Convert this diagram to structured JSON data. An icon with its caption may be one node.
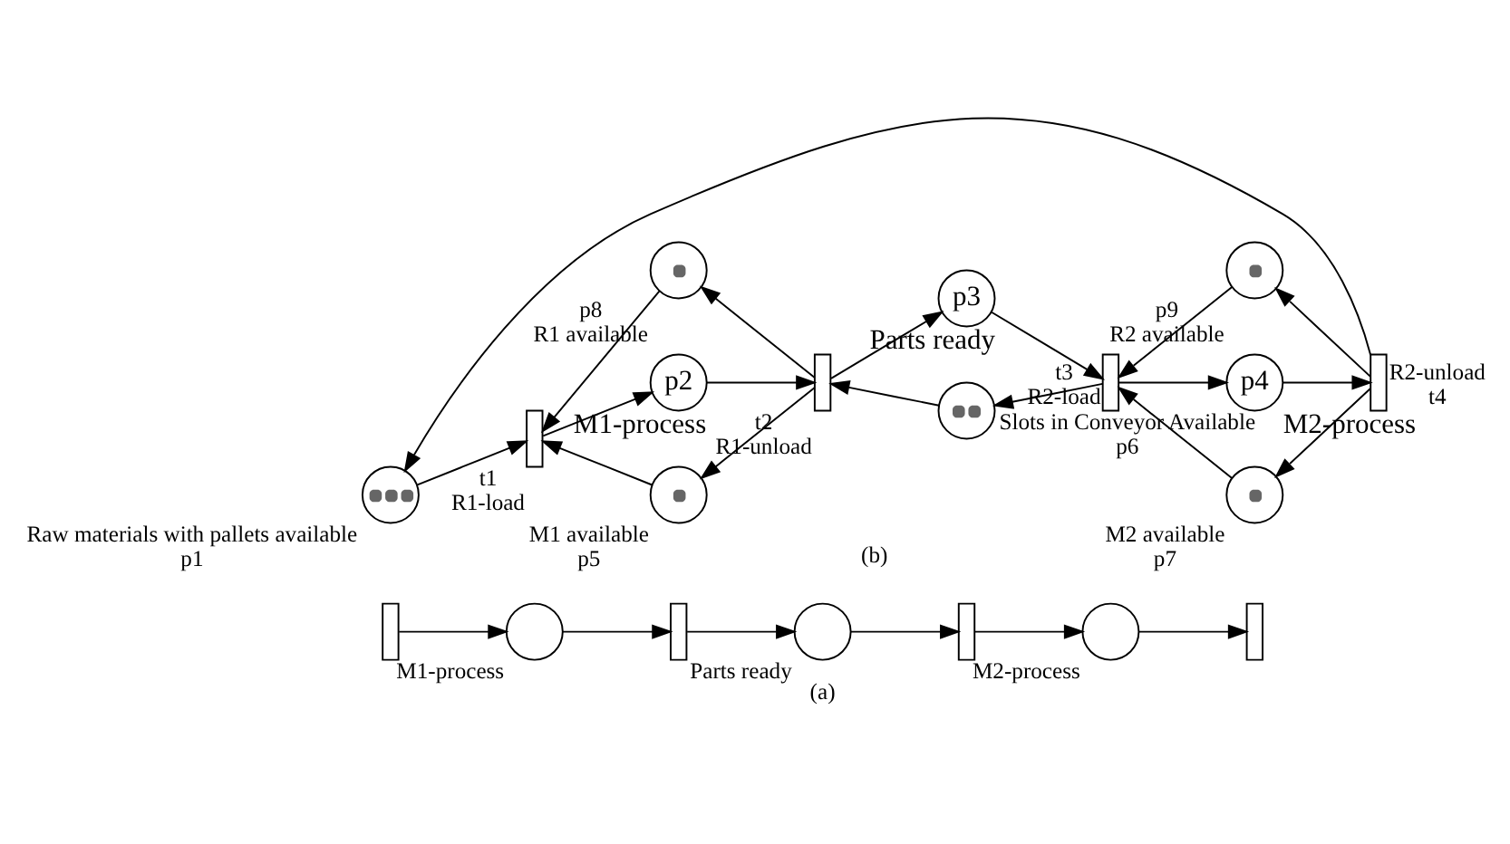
{
  "diagram": {
    "nodes": [
      {
        "text": [],
        "shape": "bar"
      },
      {
        "text": [],
        "shape": "circle",
        "beside": [
          "M1-process"
        ]
      },
      {
        "text": [],
        "shape": "bar"
      },
      {
        "text": [],
        "shape": "circle",
        "beside": [
          "Parts ready"
        ]
      },
      {
        "text": [],
        "shape": "bar"
      },
      {
        "text": [],
        "shape": "circle",
        "beside": [
          "M2-process"
        ]
      },
      {
        "text": [],
        "shape": "bar"
      },
      {
        "text": [],
        "shape": "circle",
        "beside": [
          "Raw materials with pallets available",
          "p1"
        ]
      },
      {
        "text": [],
        "shape": "bar",
        "beside": [
          "t1",
          "R1-load"
        ]
      },
      {
        "text": [],
        "shape": "circle",
        "beside": [
          "M1 available",
          "p5"
        ]
      },
      {
        "text": [
          "p2"
        ],
        "beside": [
          "M1-process"
        ]
      },
      {
        "text": [],
        "shape": "circle",
        "beside": [
          "p8",
          "R1 available"
        ]
      },
      {
        "text": [],
        "shape": "bar",
        "beside": [
          "t2",
          "R1-unload"
        ]
      },
      {
        "text": [],
        "shape": "circle",
        "beside": [
          "Slots in Conveyor Available",
          "p6"
        ]
      },
      {
        "text": [
          "p3"
        ],
        "beside": [
          "Parts ready"
        ]
      },
      {
        "text": [],
        "shape": "bar",
        "beside": [
          "t3",
          "R2-load"
        ]
      },
      {
        "text": [],
        "shape": "circle",
        "beside": [
          "M2 available",
          "p7"
        ]
      },
      {
        "text": [
          "p4"
        ],
        "beside": [
          "M2-process"
        ]
      },
      {
        "text": [],
        "shape": "circle",
        "beside": [
          "p9",
          "R2 available"
        ]
      },
      {
        "text": [],
        "shape": "bar",
        "beside": [
          "R2-unload",
          "t4"
        ]
      }
    ],
    "edges": [
      {
        "from": 0,
        "to": 1,
        "arrow": "to"
      },
      {
        "from": 1,
        "to": 2,
        "arrow": "to"
      },
      {
        "from": 2,
        "to": 3,
        "arrow": "to"
      },
      {
        "from": 3,
        "to": 4,
        "arrow": "to"
      },
      {
        "from": 4,
        "to": 5,
        "arrow": "to"
      },
      {
        "from": 5,
        "to": 6,
        "arrow": "to"
      },
      {
        "from": 7,
        "to": 8,
        "arrow": "to"
      },
      {
        "from": 8,
        "to": 10,
        "arrow": "to"
      },
      {
        "from": 9,
        "to": 8,
        "arrow": "to"
      },
      {
        "from": 11,
        "to": 8,
        "arrow": "to"
      },
      {
        "from": 10,
        "to": 12,
        "arrow": "to"
      },
      {
        "from": 12,
        "to": 9,
        "arrow": "to"
      },
      {
        "from": 12,
        "to": 11,
        "arrow": "to"
      },
      {
        "from": 13,
        "to": 12,
        "arrow": "to"
      },
      {
        "from": 12,
        "to": 14,
        "arrow": "to"
      },
      {
        "from": 14,
        "to": 15,
        "arrow": "to"
      },
      {
        "from": 15,
        "to": 13,
        "arrow": "to"
      },
      {
        "from": 16,
        "to": 15,
        "arrow": "to"
      },
      {
        "from": 18,
        "to": 15,
        "arrow": "to"
      },
      {
        "from": 15,
        "to": 17,
        "arrow": "to"
      },
      {
        "from": 17,
        "to": 19,
        "arrow": "to"
      },
      {
        "from": 19,
        "to": 16,
        "arrow": "to"
      },
      {
        "from": 19,
        "to": 18,
        "arrow": "to"
      },
      {
        "from": 19,
        "to": 7,
        "arrow": "to"
      }
    ],
    "labels": [
      "(a)",
      "(b)"
    ]
  }
}
